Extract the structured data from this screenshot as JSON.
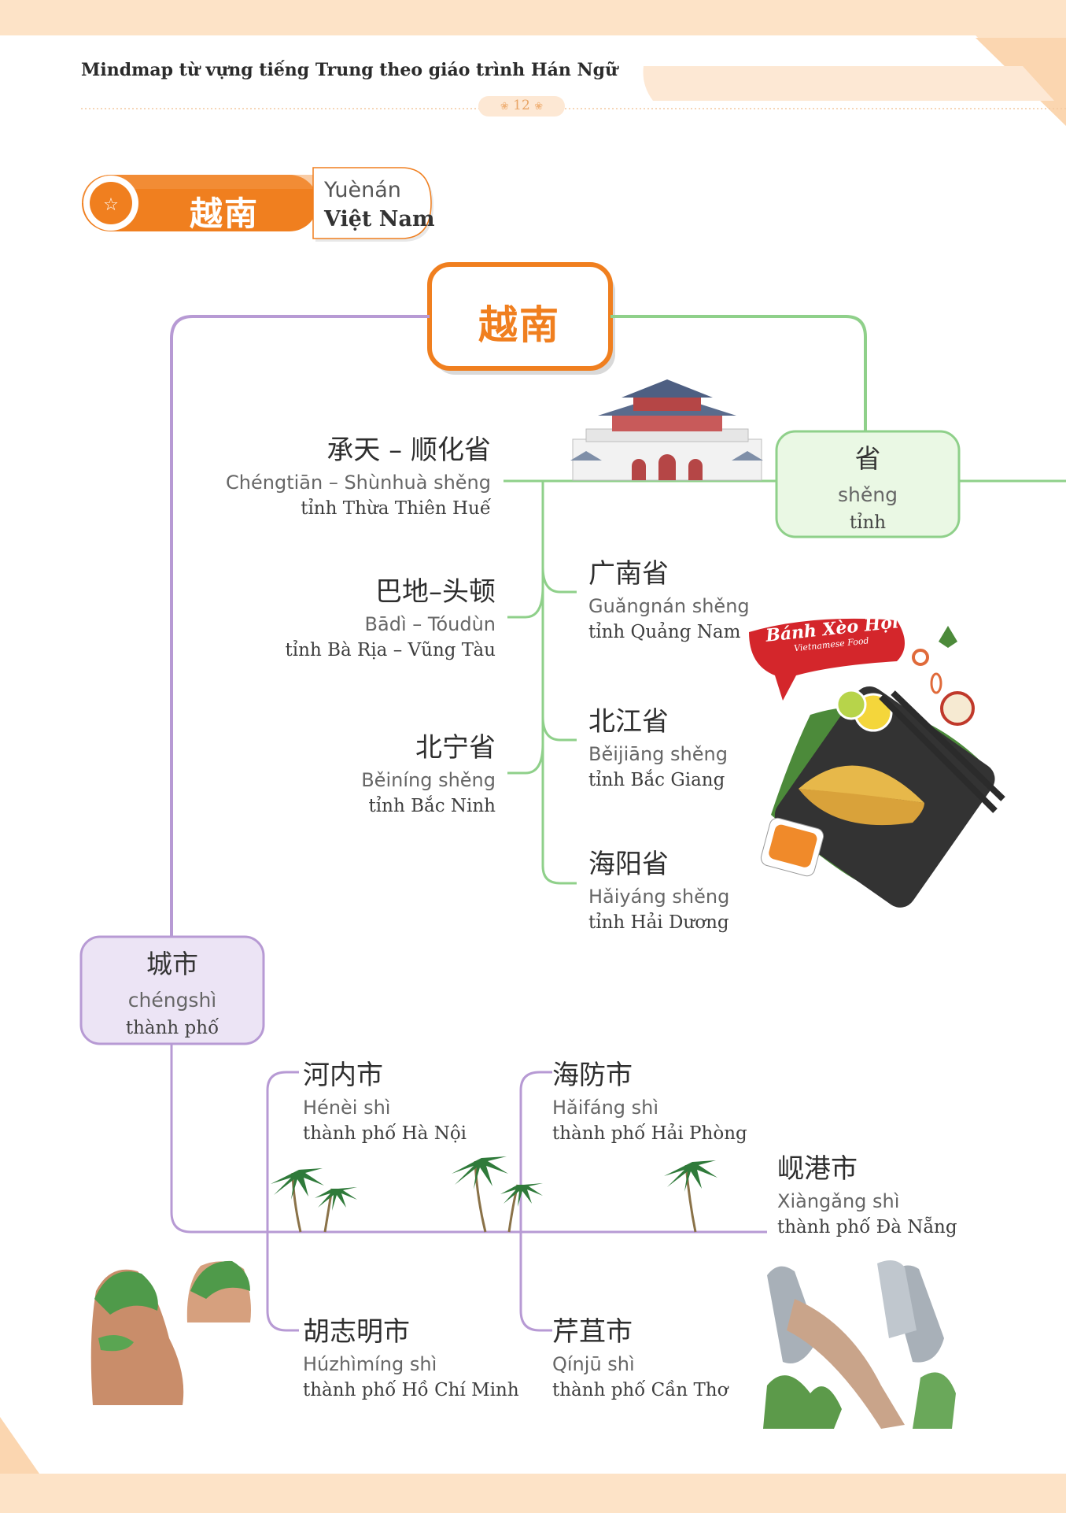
{
  "header": {
    "title": "Mindmap từ vựng tiếng Trung theo giáo trình Hán Ngữ",
    "page_number": "12"
  },
  "lesson": {
    "hanzi": "越南",
    "pinyin": "Yuènán",
    "vietnamese": "Việt Nam",
    "icon": "star-icon"
  },
  "root": {
    "hanzi": "越南"
  },
  "categories": {
    "province": {
      "hanzi": "省",
      "pinyin": "shěng",
      "vietnamese": "tỉnh"
    },
    "city": {
      "hanzi": "城市",
      "pinyin": "chéngshì",
      "vietnamese": "thành phố"
    }
  },
  "provinces": [
    {
      "hanzi": "承天 – 顺化省",
      "pinyin": "Chéngtiān – Shùnhuà shěng",
      "vietnamese": "tỉnh Thừa Thiên Huế"
    },
    {
      "hanzi": "巴地–头顿",
      "pinyin": "Bādì – Tóudùn",
      "vietnamese": "tỉnh Bà Rịa – Vũng Tàu"
    },
    {
      "hanzi": "北宁省",
      "pinyin": "Běiníng shěng",
      "vietnamese": "tỉnh Bắc Ninh"
    },
    {
      "hanzi": "广南省",
      "pinyin": "Guǎngnán shěng",
      "vietnamese": "tỉnh Quảng Nam"
    },
    {
      "hanzi": "北江省",
      "pinyin": "Běijiāng shěng",
      "vietnamese": "tỉnh Bắc Giang"
    },
    {
      "hanzi": "海阳省",
      "pinyin": "Hǎiyáng shěng",
      "vietnamese": "tỉnh Hải Dương"
    }
  ],
  "cities": [
    {
      "hanzi": "河内市",
      "pinyin": "Hénèi shì",
      "vietnamese": "thành phố Hà Nội"
    },
    {
      "hanzi": "海防市",
      "pinyin": "Hǎifáng shì",
      "vietnamese": "thành phố Hải Phòng"
    },
    {
      "hanzi": "岘港市",
      "pinyin": "Xiàngǎng shì",
      "vietnamese": "thành phố Đà Nẵng"
    },
    {
      "hanzi": "胡志明市",
      "pinyin": "Húzhìmíng shì",
      "vietnamese": "thành phố Hồ Chí Minh"
    },
    {
      "hanzi": "芹苴市",
      "pinyin": "Qínjū shì",
      "vietnamese": "thành phố Cần Thơ"
    }
  ],
  "illustrations": {
    "food_banner_title": "Bánh Xèo Hội An",
    "food_banner_subtitle": "Vietnamese Food"
  },
  "colors": {
    "orange": "#f07f1f",
    "province_green": "#8fd08a",
    "city_purple": "#b79ad4",
    "page_peach": "#fde3c7"
  }
}
